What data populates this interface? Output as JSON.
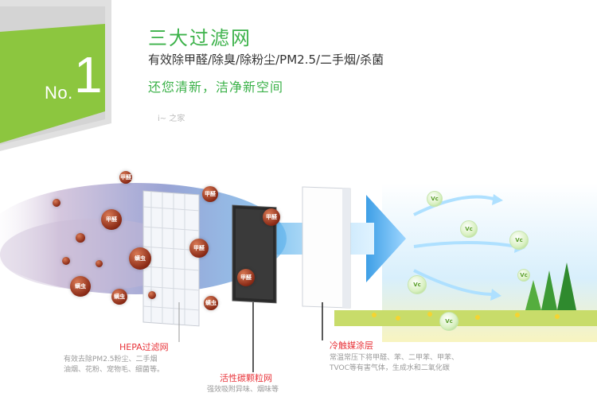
{
  "header": {
    "no_label": "No.",
    "no_digit": "1",
    "title": "三大过滤网",
    "subtitle": "有效除甲醛/除臭/除粉尘/PM2.5/二手烟/杀菌",
    "slogan": "还您清新，洁净新空间",
    "logo_text": "i~ 之家"
  },
  "filters": {
    "hepa": {
      "label": "HEPA过滤网",
      "desc_line1": "有效去除PM2.5粉尘、二手烟",
      "desc_line2": "油烟、花粉、宠物毛、细菌等。"
    },
    "carbon": {
      "label": "活性碳颗粒网",
      "desc_line1": "强效吸附异味、烟味等"
    },
    "catalyst": {
      "label": "冷触媒涂层",
      "desc_line1": "常温常压下将甲醛、苯、二甲苯、甲苯、",
      "desc_line2": "TVOC等有害气体，生成水和二氧化碳"
    }
  },
  "pollutants": {
    "formaldehyde": "甲醛",
    "mite": "螨虫"
  },
  "fresh_badge": "Vc",
  "colors": {
    "brand_green": "#3cb24a",
    "banner_green": "#8cc63f",
    "label_red": "#e8343a",
    "arrow_blue": "#4aa8e8"
  }
}
